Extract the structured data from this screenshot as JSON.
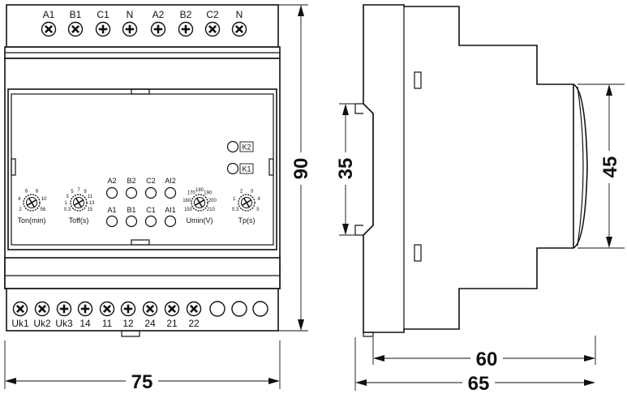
{
  "top_terminals": [
    "A1",
    "B1",
    "C1",
    "N",
    "A2",
    "B2",
    "C2",
    "N"
  ],
  "bottom_terminals": [
    "Uk1",
    "Uk2",
    "Uk3",
    "14",
    "11",
    "12",
    "24",
    "21",
    "22"
  ],
  "led_labels": {
    "row1": [
      "A2",
      "B2",
      "C2",
      "AI2"
    ],
    "row2": [
      "A1",
      "B1",
      "C1",
      "AI1"
    ],
    "relays": [
      "K2",
      "K1"
    ]
  },
  "knobs": [
    {
      "label": "Ton(min)",
      "scale": [
        "2",
        "4",
        "6",
        "8",
        "10",
        "56"
      ]
    },
    {
      "label": "Toff(s)",
      "scale": [
        "0.3",
        "1",
        "3",
        "5",
        "7",
        "9",
        "11",
        "13",
        "15"
      ]
    },
    {
      "label": "Umin(V)",
      "scale": [
        "150",
        "160",
        "170",
        "180",
        "190",
        "200",
        "210"
      ]
    },
    {
      "label": "Tp(s)",
      "scale": [
        "0.3",
        "1",
        "2",
        "3",
        "4",
        "5"
      ]
    }
  ],
  "dimensions": {
    "width": "75",
    "height": "90",
    "depth_total": "65",
    "depth_body": "60",
    "rail": "35",
    "front": "45"
  }
}
